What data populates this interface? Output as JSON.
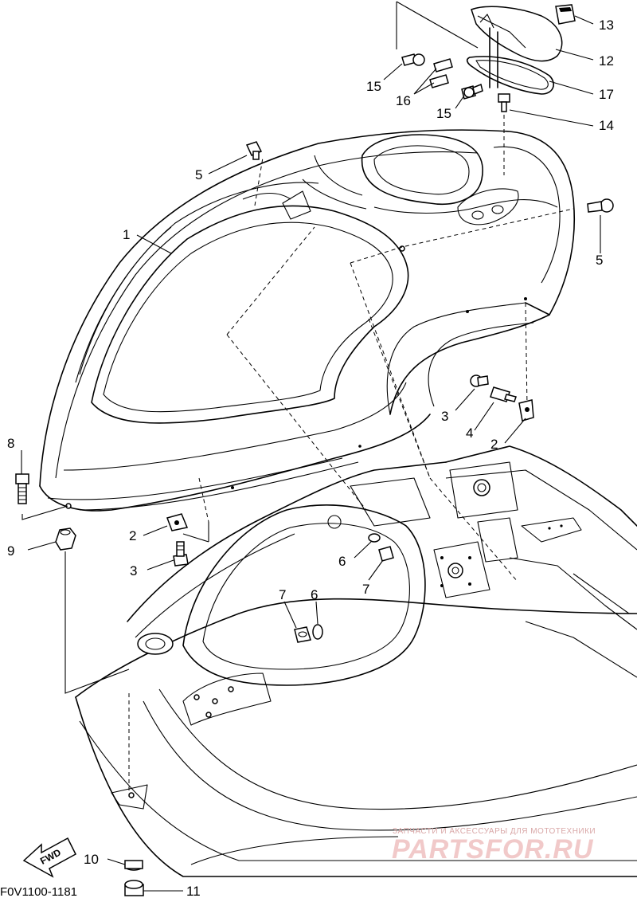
{
  "diagram": {
    "diagram_code": "F0V1100-1181",
    "fwd_label": "FWD",
    "callouts": [
      {
        "id": "c1",
        "label": "1"
      },
      {
        "id": "c2a",
        "label": "2"
      },
      {
        "id": "c2b",
        "label": "2"
      },
      {
        "id": "c3a",
        "label": "3"
      },
      {
        "id": "c3b",
        "label": "3"
      },
      {
        "id": "c4",
        "label": "4"
      },
      {
        "id": "c5a",
        "label": "5"
      },
      {
        "id": "c5b",
        "label": "5"
      },
      {
        "id": "c6a",
        "label": "6"
      },
      {
        "id": "c6b",
        "label": "6"
      },
      {
        "id": "c7a",
        "label": "7"
      },
      {
        "id": "c7b",
        "label": "7"
      },
      {
        "id": "c8",
        "label": "8"
      },
      {
        "id": "c9",
        "label": "9"
      },
      {
        "id": "c10",
        "label": "10"
      },
      {
        "id": "c11",
        "label": "11"
      },
      {
        "id": "c12",
        "label": "12"
      },
      {
        "id": "c13",
        "label": "13"
      },
      {
        "id": "c14",
        "label": "14"
      },
      {
        "id": "c15a",
        "label": "15"
      },
      {
        "id": "c15b",
        "label": "15"
      },
      {
        "id": "c16",
        "label": "16"
      },
      {
        "id": "c17",
        "label": "17"
      }
    ]
  },
  "watermark": {
    "tagline": "ЗАПЧАСТИ И АКСЕССУАРЫ ДЛЯ МОТОТЕХНИКИ",
    "brand": "PARTSFOR.RU",
    "color": "#e8a0a0"
  }
}
